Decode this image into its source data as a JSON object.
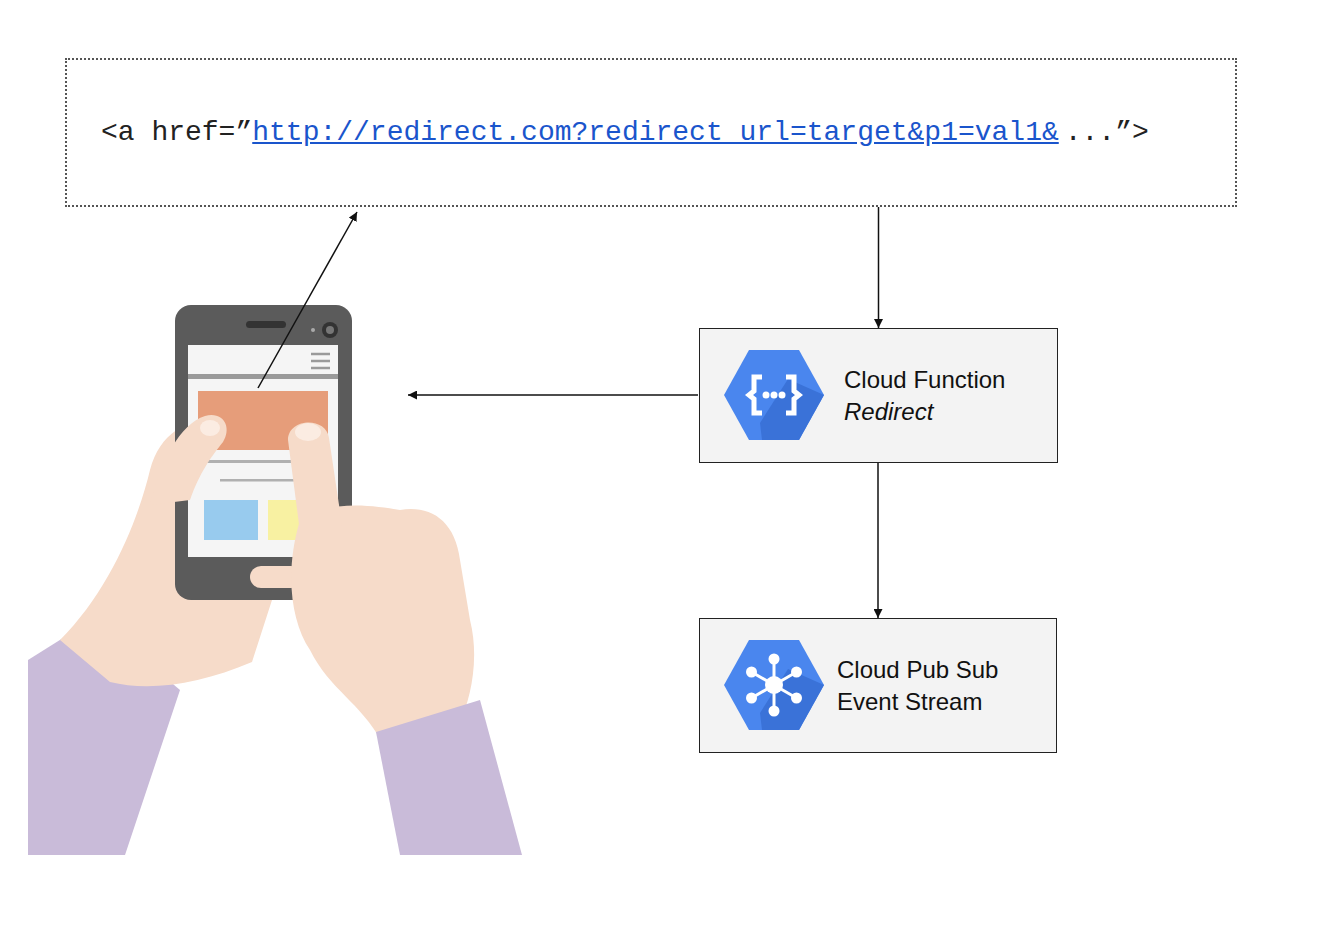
{
  "diagram": {
    "nodes": [
      {
        "text": [
          "<a href=”",
          "http://redirect.com?redirect_url=target&p1=val1&",
          "...”>"
        ]
      },
      {
        "text": [
          "Cloud Function",
          "Redirect"
        ]
      },
      {
        "text": [
          "Cloud Pub Sub Event Stream"
        ]
      }
    ],
    "edges": [
      {
        "from": 0,
        "to": 1,
        "arrow": "to"
      },
      {
        "from": 1,
        "to": 2,
        "arrow": "to"
      }
    ]
  }
}
